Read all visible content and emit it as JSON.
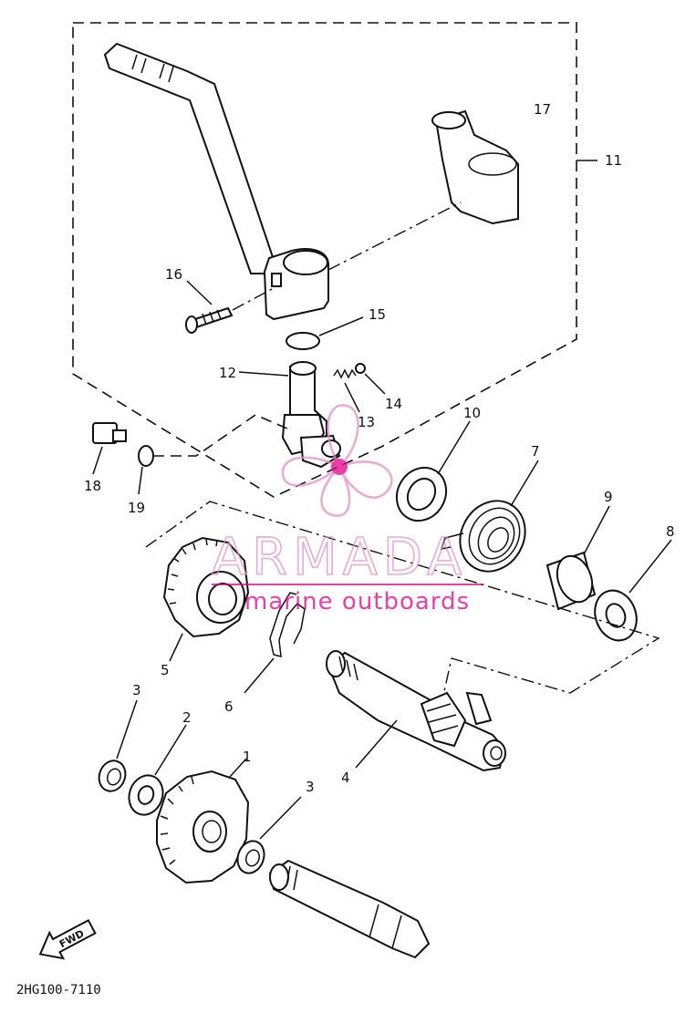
{
  "diagram": {
    "callouts": [
      "1",
      "2",
      "3",
      "3",
      "4",
      "5",
      "6",
      "7",
      "8",
      "9",
      "10",
      "11",
      "12",
      "13",
      "14",
      "15",
      "16",
      "17",
      "18",
      "19"
    ],
    "drawing_code": "2HG100-7110",
    "fwd_label": "FWD"
  },
  "watermark": {
    "title": "ARMADA",
    "subtitle": "marine outboards",
    "color": "#e1008c",
    "outline_color": "#e48ec5"
  }
}
